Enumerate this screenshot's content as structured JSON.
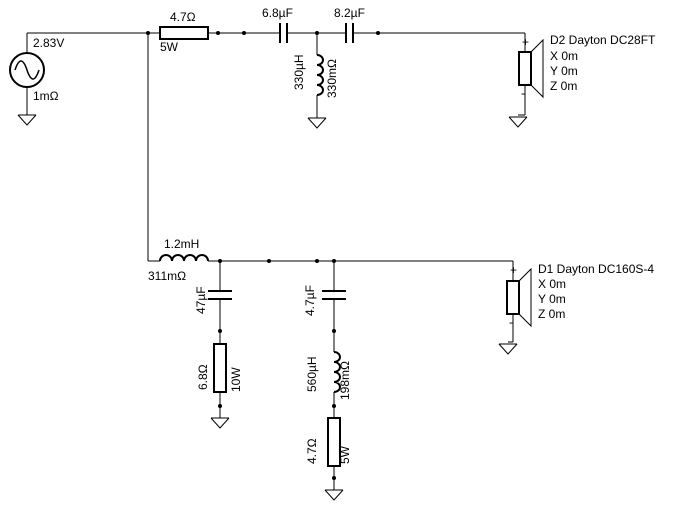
{
  "source": {
    "voltage": "2.83V",
    "resistance": "1mΩ"
  },
  "tweeter_branch": {
    "series_resistor": {
      "value": "4.7Ω",
      "power": "5W"
    },
    "cap_1": {
      "value": "6.8µF"
    },
    "cap_2": {
      "value": "8.2µF"
    },
    "shunt_inductor": {
      "value": "330µH",
      "resistance": "330mΩ"
    },
    "driver": {
      "name": "D2 Dayton DC28FT",
      "x": "X 0m",
      "y": "Y 0m",
      "z": "Z 0m",
      "plus": "+",
      "minus": "-"
    }
  },
  "woofer_branch": {
    "series_inductor": {
      "value": "1.2mH",
      "resistance": "311mΩ"
    },
    "zobel": {
      "cap": {
        "value": "47µF"
      },
      "resistor": {
        "value": "6.8Ω",
        "power": "10W"
      }
    },
    "notch": {
      "cap": {
        "value": "4.7µF"
      },
      "inductor": {
        "value": "560µH",
        "resistance": "198mΩ"
      },
      "resistor": {
        "value": "4.7Ω",
        "power": "5W"
      }
    },
    "driver": {
      "name": "D1 Dayton DC160S-4",
      "x": "X 0m",
      "y": "Y 0m",
      "z": "Z 0m",
      "plus": "+",
      "minus": "-"
    }
  }
}
